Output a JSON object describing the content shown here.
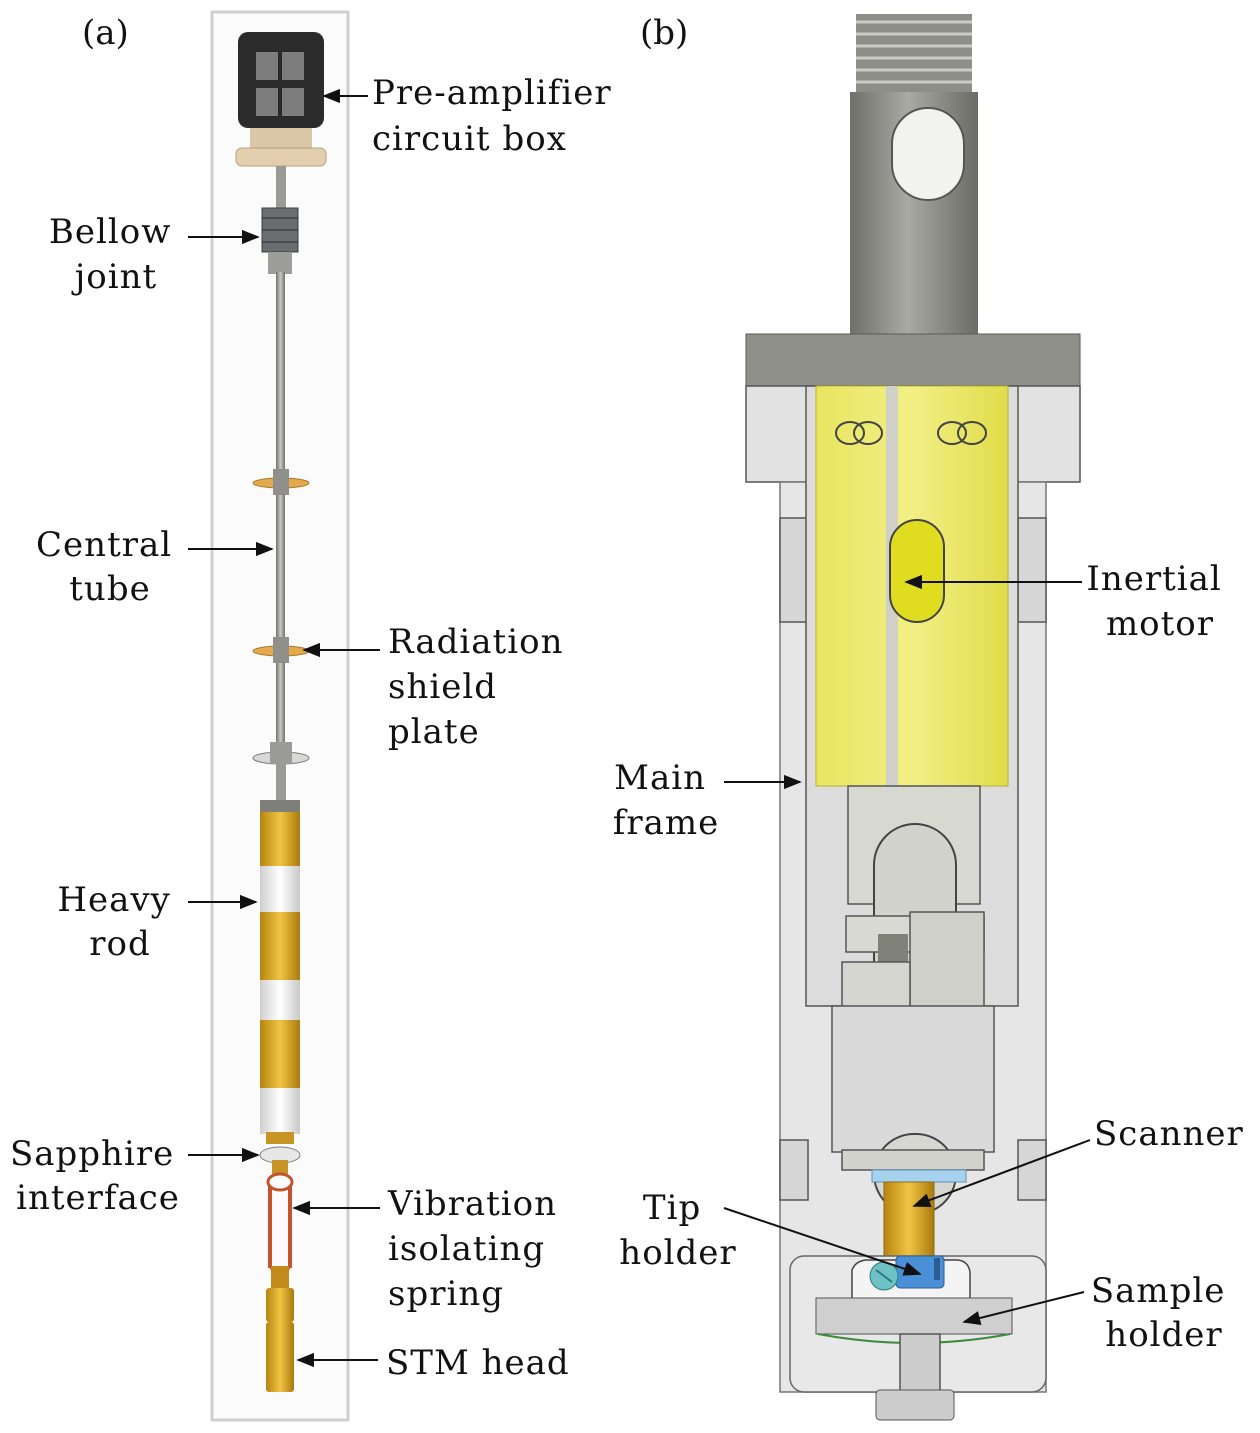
{
  "panels": {
    "a": {
      "label": "(a)"
    },
    "b": {
      "label": "(b)"
    }
  },
  "labels_a": {
    "preamp": [
      "Pre-amplifier",
      "circuit box"
    ],
    "bellow": [
      "Bellow",
      "joint"
    ],
    "central": [
      "Central",
      "tube"
    ],
    "radiation": [
      "Radiation",
      "shield",
      "plate"
    ],
    "heavy": [
      "Heavy",
      "rod"
    ],
    "sapphire": [
      "Sapphire",
      "interface"
    ],
    "spring": [
      "Vibration",
      "isolating",
      "spring"
    ],
    "stm": [
      "STM head"
    ]
  },
  "labels_b": {
    "inertial": [
      "Inertial",
      "motor"
    ],
    "mainframe": [
      "Main",
      "frame"
    ],
    "scanner": [
      "Scanner"
    ],
    "tip": [
      "Tip",
      "holder"
    ],
    "sample": [
      "Sample",
      "holder"
    ]
  },
  "colors": {
    "yellow": "#e6e23c",
    "gold": "#d9a520",
    "grey_frame": "#e4e4e4",
    "steel": "#8c8d86",
    "blue": "#4a90d9"
  }
}
